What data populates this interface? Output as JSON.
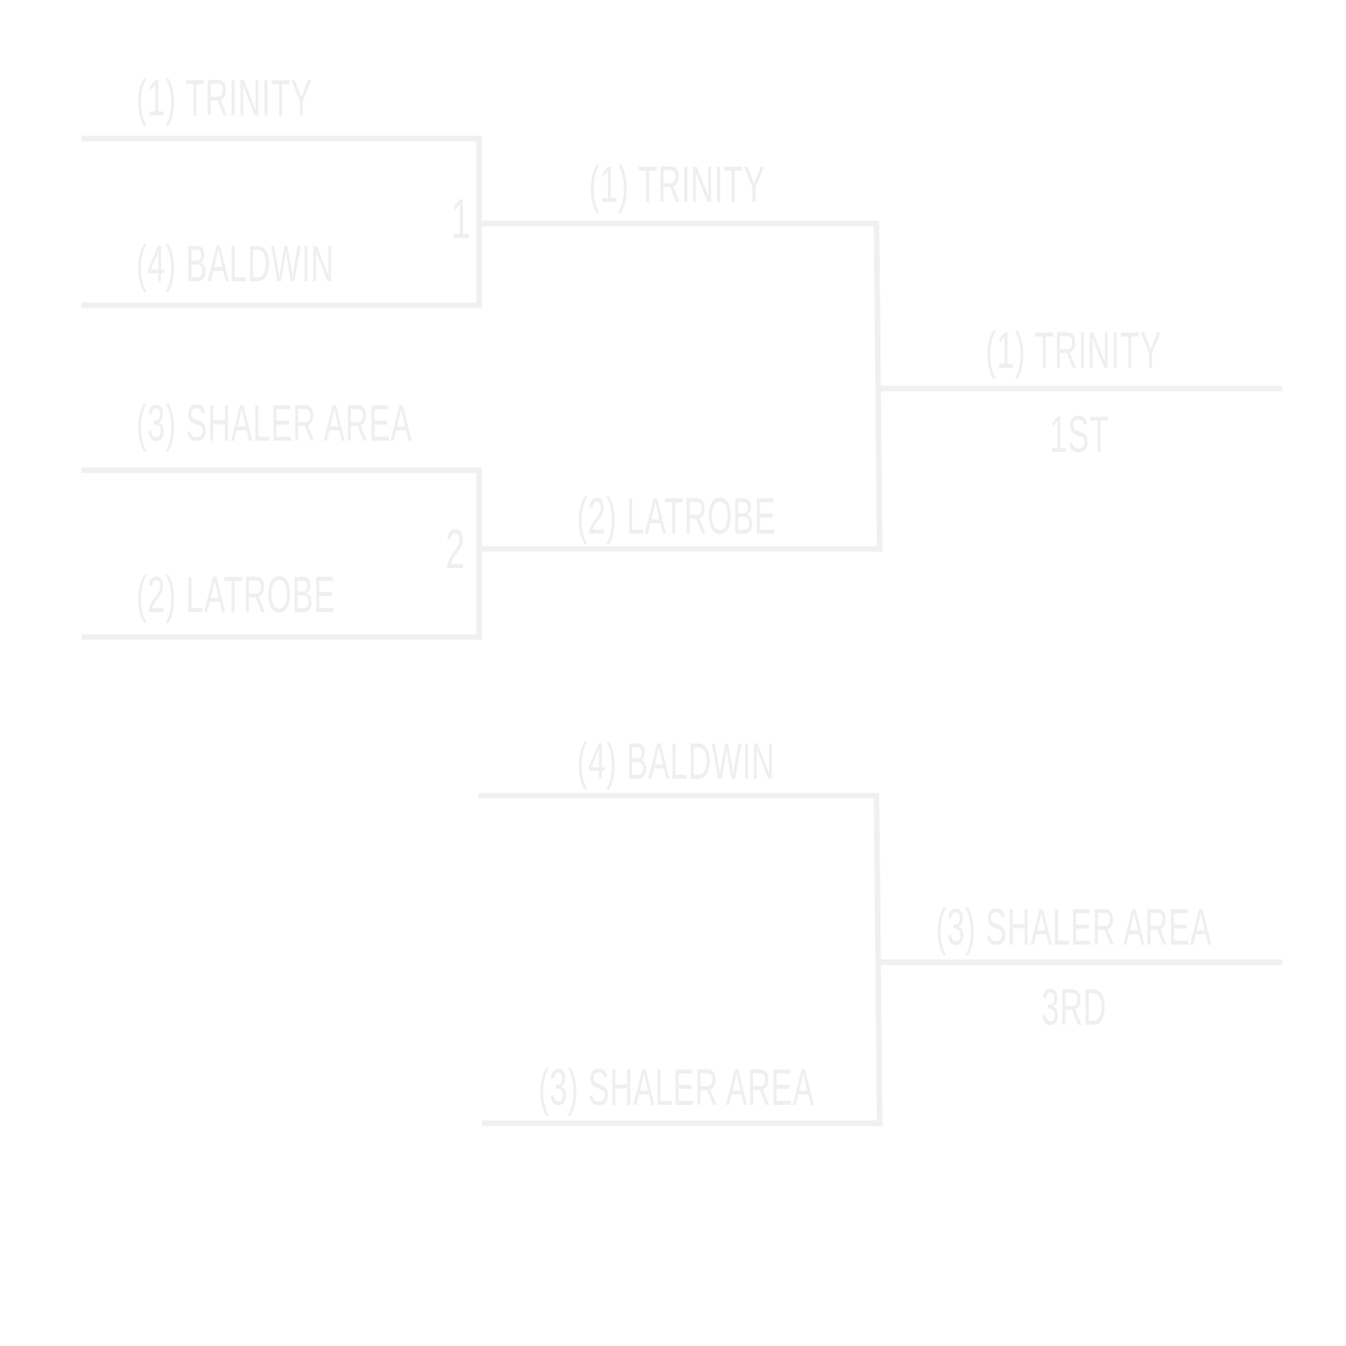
{
  "colors": {
    "line": "#f0f0f0",
    "text": "#efefef",
    "background": "#ffffff"
  },
  "semifinals": {
    "game1": {
      "number": "1",
      "top_team": "(1) TRINITY",
      "bottom_team": "(4) BALDWIN"
    },
    "game2": {
      "number": "2",
      "top_team": "(3) SHALER AREA",
      "bottom_team": "(2) LATROBE"
    }
  },
  "championship": {
    "top_team": "(1) TRINITY",
    "bottom_team": "(2) LATROBE",
    "winner": "(1) TRINITY",
    "place_label": "1ST"
  },
  "third_place": {
    "top_team": "(4) BALDWIN",
    "bottom_team": "(3) SHALER AREA",
    "winner": "(3) SHALER AREA",
    "place_label": "3RD"
  }
}
